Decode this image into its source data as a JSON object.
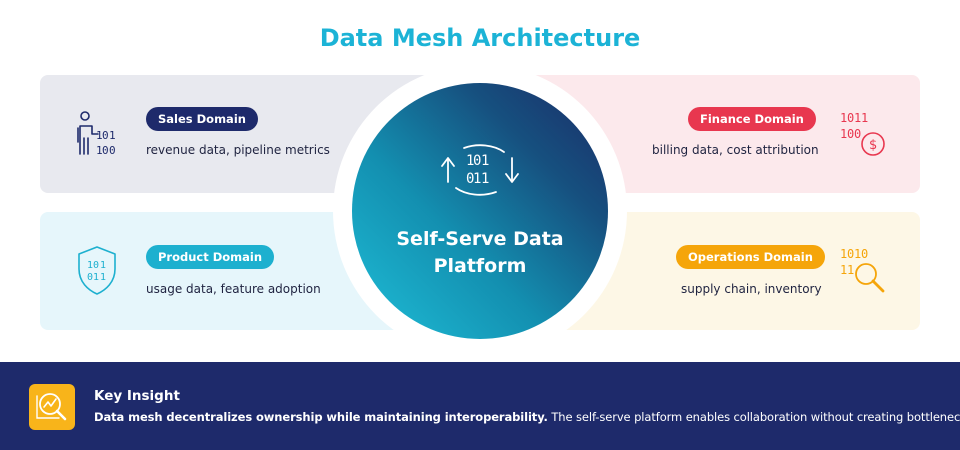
{
  "title": "Data Mesh Architecture",
  "hub": {
    "label_line1": "Self-Serve Data",
    "label_line2": "Platform"
  },
  "domains": {
    "sales": {
      "name": "Sales Domain",
      "description": "revenue data, pipeline metrics",
      "color": "#1e2a6b"
    },
    "finance": {
      "name": "Finance Domain",
      "description": "billing data, cost attribution",
      "color": "#e8374f"
    },
    "product": {
      "name": "Product Domain",
      "description": "usage data, feature adoption",
      "color": "#1db0cf"
    },
    "operations": {
      "name": "Operations Domain",
      "description": "supply chain, inventory",
      "color": "#f5a50a"
    }
  },
  "insight": {
    "title": "Key Insight",
    "text_bold": "Data mesh decentralizes ownership while maintaining interoperability.",
    "text_rest": " The self-serve platform enables collaboration without creating bottlenecks."
  },
  "icons": {
    "sales": "person-binary-icon",
    "finance": "binary-dollar-icon",
    "product": "shield-binary-icon",
    "operations": "binary-magnifier-icon",
    "hub": "binary-sync-icon",
    "insight": "chart-magnifier-icon"
  }
}
